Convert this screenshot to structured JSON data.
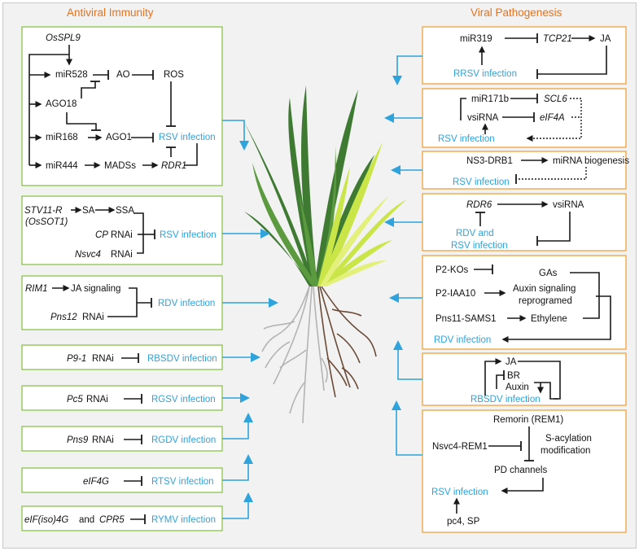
{
  "headers": {
    "left": "Antiviral Immunity",
    "right": "Viral Pathogenesis"
  },
  "left": {
    "b1": {
      "osspl9": "OsSPL9",
      "mir528": "miR528",
      "ao": "AO",
      "ros": "ROS",
      "ago18": "AGO18",
      "mir168": "miR168",
      "ago1": "AGO1",
      "infection": "RSV infection",
      "mir444": "miR444",
      "madss": "MADSs",
      "rdr1": "RDR1"
    },
    "b2": {
      "stv11": "STV11-R",
      "ossot1": "(OsSOT1)",
      "sa": "SA",
      "ssa": "SSA",
      "cp": "CP",
      "rnai": "RNAi",
      "nsvc4": "Nsvc4",
      "infection": "RSV infection"
    },
    "b3": {
      "rim1": "RIM1",
      "ja_signaling": "JA signaling",
      "pns12": "Pns12",
      "rnai": "RNAi",
      "infection": "RDV infection"
    },
    "b4": {
      "gene": "P9-1",
      "rnai": "RNAi",
      "infection": "RBSDV infection"
    },
    "b5": {
      "gene": "Pc5",
      "rnai": "RNAi",
      "infection": "RGSV infection"
    },
    "b6": {
      "gene": "Pns9",
      "rnai": "RNAi",
      "infection": "RGDV infection"
    },
    "b7": {
      "gene": "eIF4G",
      "infection": "RTSV infection"
    },
    "b8": {
      "gene1": "eIF(iso)4G",
      "and": "and",
      "gene2": "CPR5",
      "infection": "RYMV infection"
    }
  },
  "right": {
    "r1": {
      "mir319": "miR319",
      "tcp21": "TCP21",
      "ja": "JA",
      "infection": "RRSV infection"
    },
    "r2": {
      "mir171b": "miR171b",
      "scl6": "SCL6",
      "vsirna": "vsiRNA",
      "eif4a": "eIF4A",
      "infection": "RSV infection"
    },
    "r3": {
      "ns3": "NS3-DRB1",
      "mirna": "miRNA biogenesis",
      "infection": "RSV infection"
    },
    "r4": {
      "rdr6": "RDR6",
      "vsirna": "vsiRNA",
      "infection1": "RDV and",
      "infection2": "RSV infection"
    },
    "r5": {
      "p2kos": "P2-KOs",
      "gas": "GAs",
      "p2iaa10": "P2-IAA10",
      "auxin1": "Auxin signaling",
      "auxin2": "reprogramed",
      "pns11": "Pns11-SAMS1",
      "ethylene": "Ethylene",
      "infection": "RDV infection"
    },
    "r6": {
      "ja": "JA",
      "br": "BR",
      "auxin": "Auxin",
      "infection": "RBSDV infection"
    },
    "r7": {
      "remorin": "Remorin (REM1)",
      "nsvc4": "Nsvc4-REM1",
      "sacyl1": "S-acylation",
      "sacyl2": "modification",
      "pd": "PD channels",
      "infection": "RSV infection",
      "pc4": "pc4, SP"
    }
  },
  "colors": {
    "green_box": "#8bc34a",
    "orange_box": "#f0a23c",
    "blue": "#2ea3dc",
    "header": "#e8711a"
  }
}
